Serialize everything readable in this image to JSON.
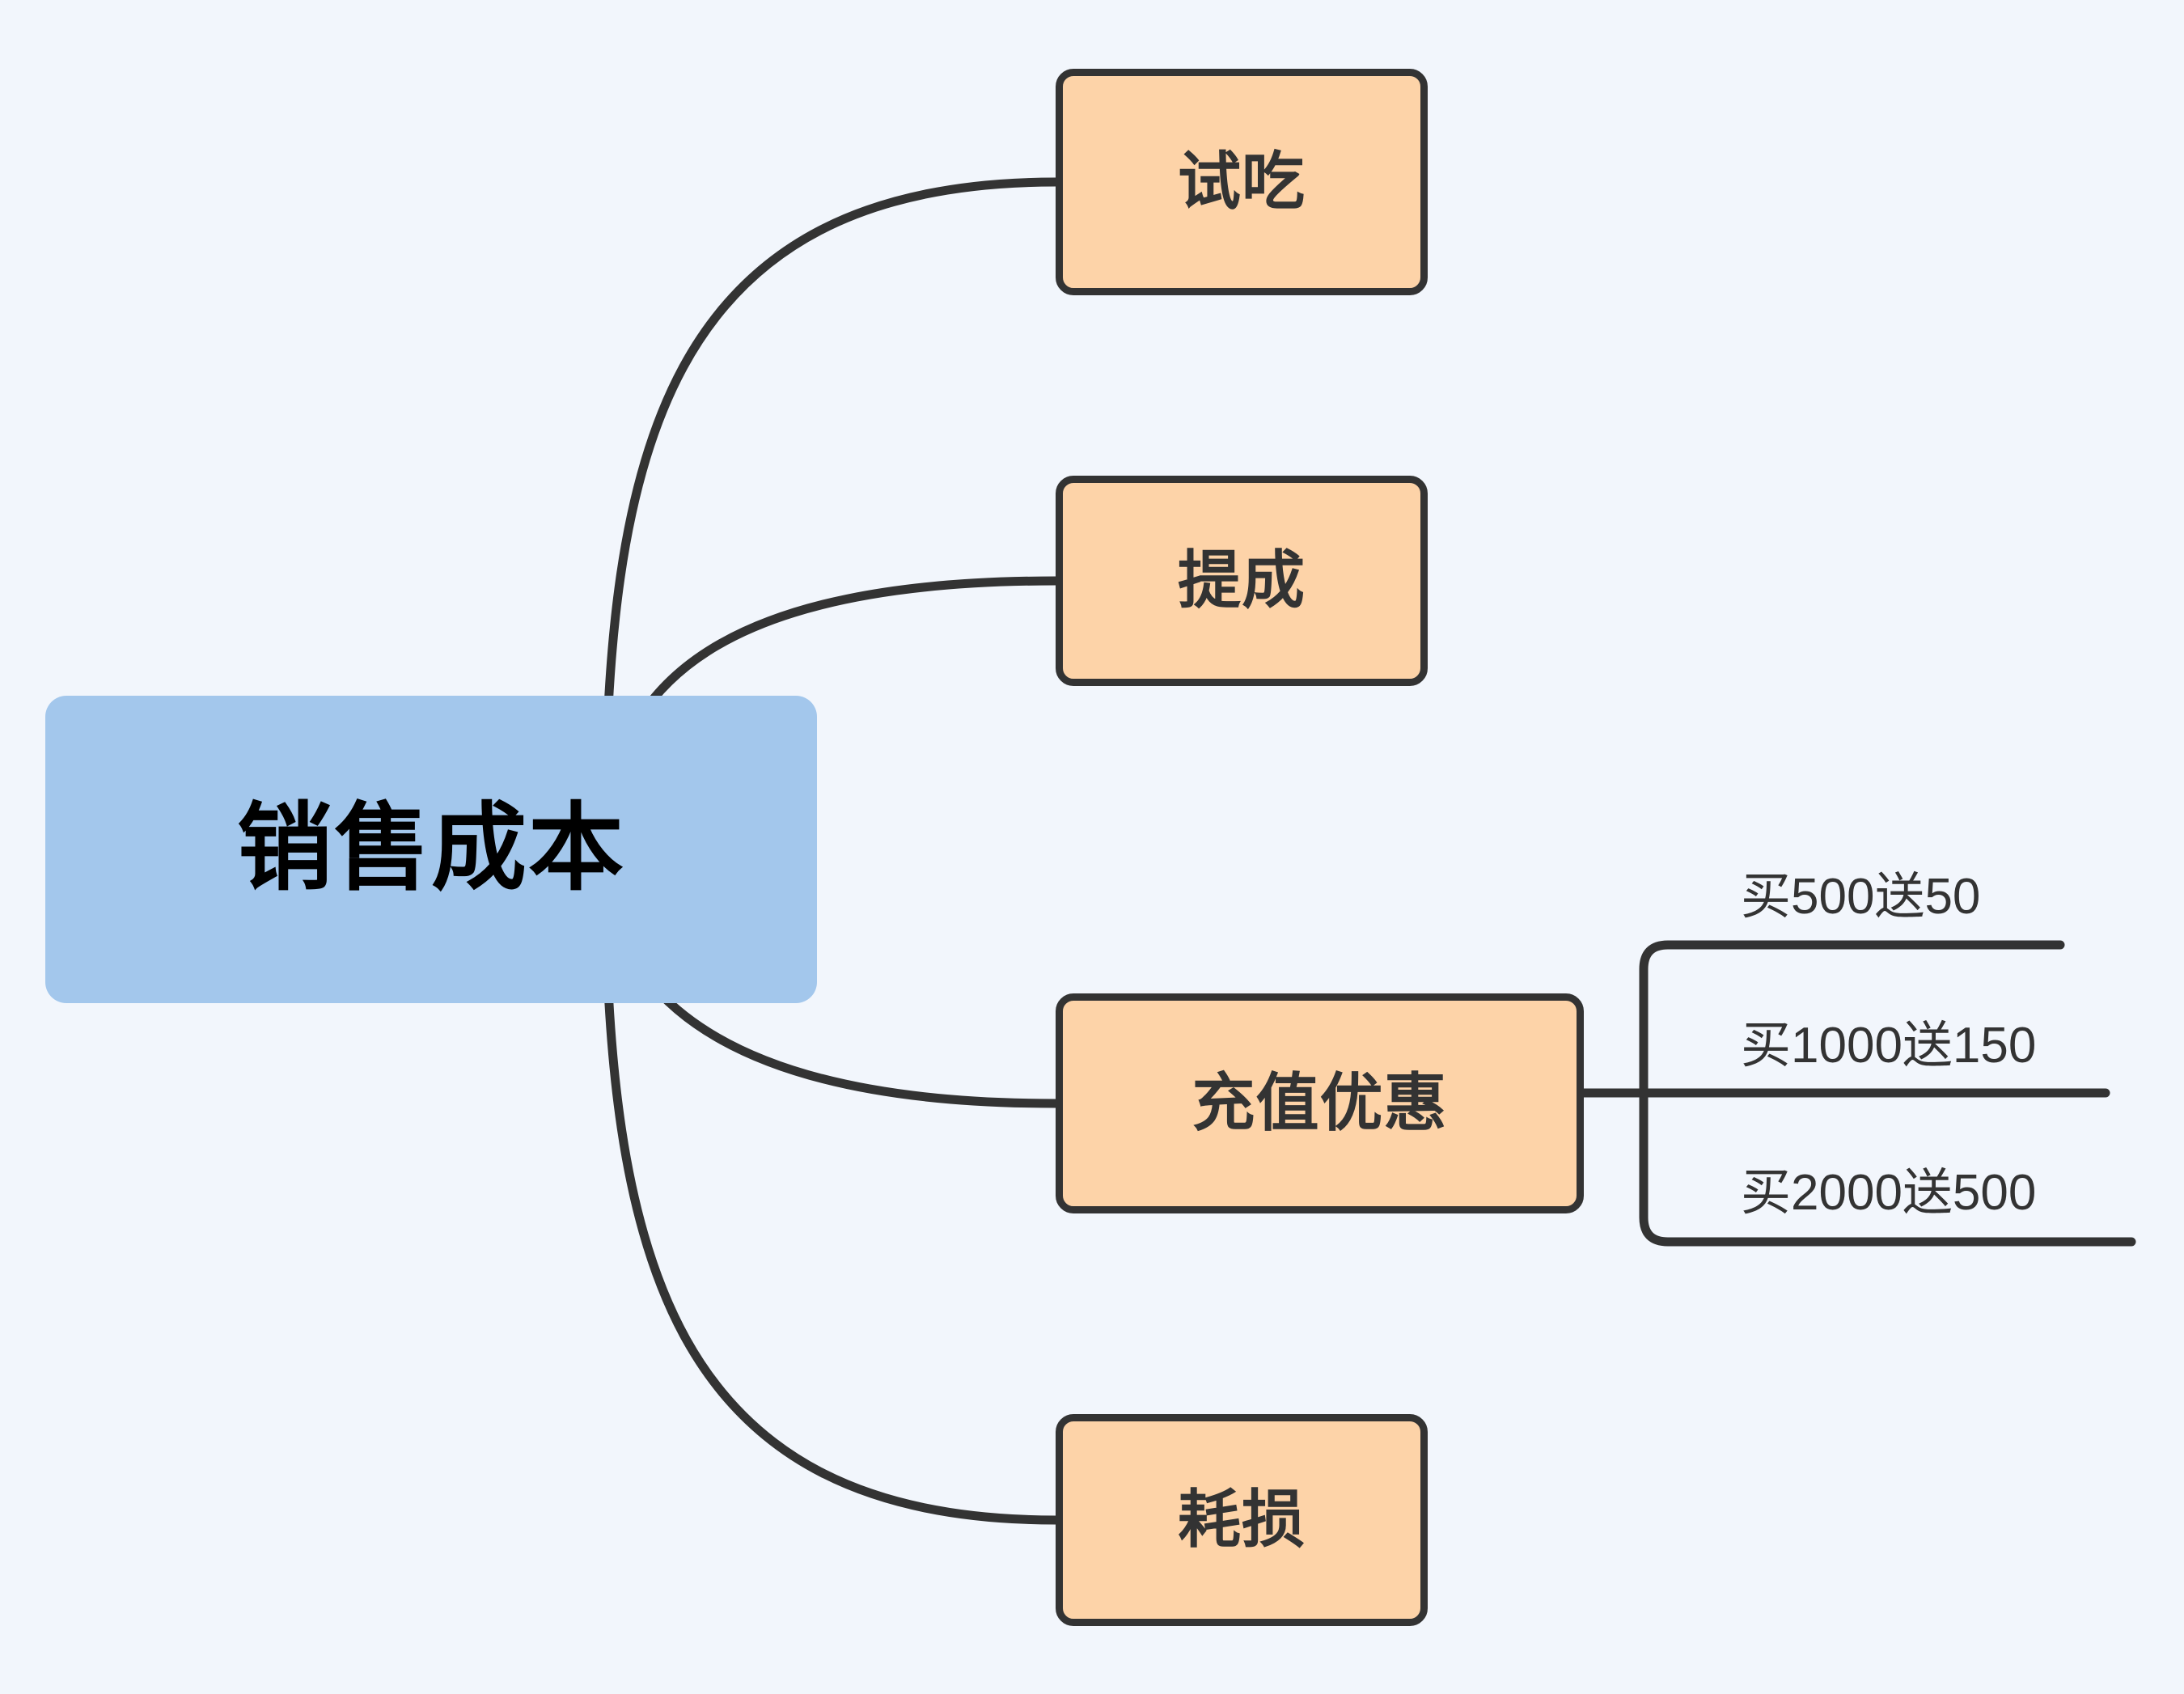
{
  "diagram": {
    "type": "mind-map",
    "title": "销售成本",
    "background_color": "#F2F6FC",
    "root": {
      "label": "销售成本",
      "fill_color": "#A3C7EC",
      "text_color": "#000000"
    },
    "branch_style": {
      "fill_color": "#FDD3A8",
      "border_color": "#333333",
      "text_color": "#333333"
    },
    "edge_color": "#333333",
    "branches": [
      {
        "id": "branch-shichi",
        "label": "试吃",
        "leaves": []
      },
      {
        "id": "branch-ticheng",
        "label": "提成",
        "leaves": []
      },
      {
        "id": "branch-chongzhi",
        "label": "充值优惠",
        "leaves": [
          {
            "id": "leaf-500",
            "label": "买500送50"
          },
          {
            "id": "leaf-1000",
            "label": "买1000送150"
          },
          {
            "id": "leaf-2000",
            "label": "买2000送500"
          }
        ]
      },
      {
        "id": "branch-haosun",
        "label": "耗损",
        "leaves": []
      }
    ]
  }
}
